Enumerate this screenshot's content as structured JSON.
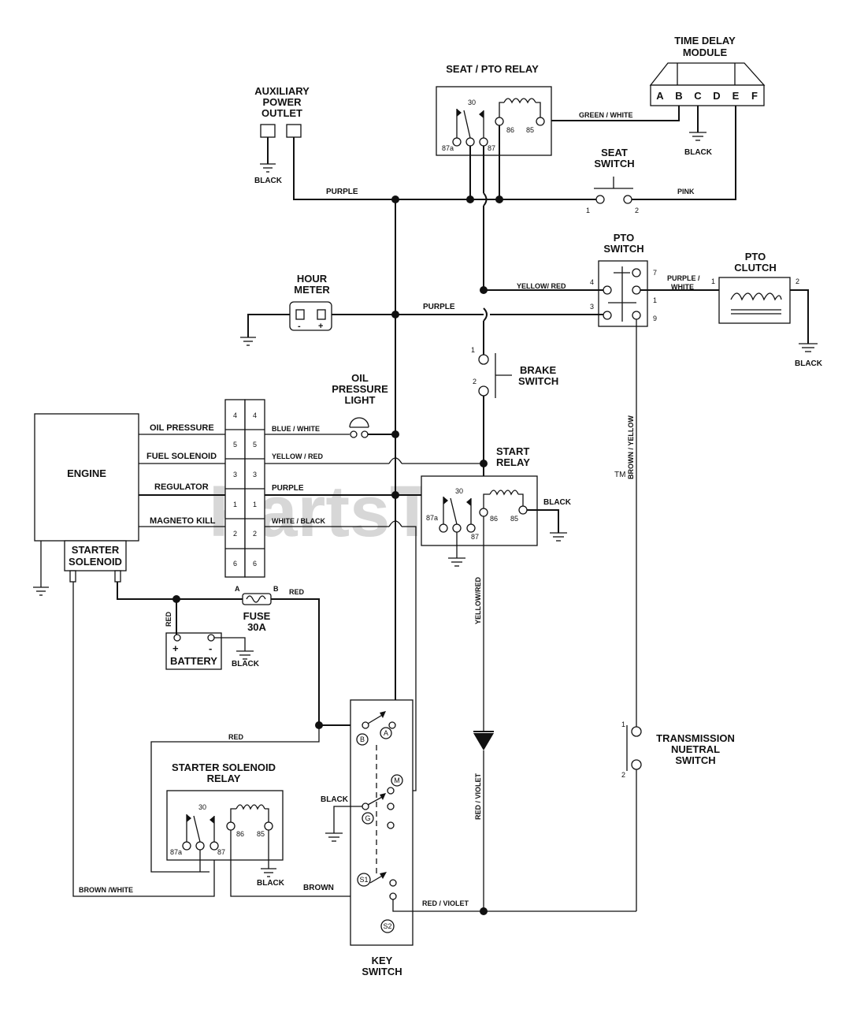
{
  "watermark": {
    "text": "PartsTree",
    "tm": "TM"
  },
  "components": {
    "time_delay_module": {
      "title1": "TIME DELAY",
      "title2": "MODULE",
      "pins": [
        "A",
        "B",
        "C",
        "D",
        "E",
        "F"
      ]
    },
    "seat_pto_relay": {
      "title": "SEAT / PTO RELAY",
      "p30": "30",
      "p87a": "87a",
      "p87": "87",
      "p86": "86",
      "p85": "85"
    },
    "aux_outlet": {
      "line1": "AUXILIARY",
      "line2": "POWER",
      "line3": "OUTLET"
    },
    "seat_switch": {
      "line1": "SEAT",
      "line2": "SWITCH",
      "p1": "1",
      "p2": "2"
    },
    "pto_switch": {
      "line1": "PTO",
      "line2": "SWITCH",
      "p4": "4",
      "p3": "3",
      "p7": "7",
      "p1": "1",
      "p9": "9"
    },
    "pto_clutch": {
      "line1": "PTO",
      "line2": "CLUTCH",
      "p1": "1",
      "p2": "2"
    },
    "hour_meter": {
      "line1": "HOUR",
      "line2": "METER",
      "minus": "-",
      "plus": "+"
    },
    "brake_switch": {
      "line1": "BRAKE",
      "line2": "SWITCH",
      "p1": "1",
      "p2": "2"
    },
    "oil_light": {
      "line1": "OIL",
      "line2": "PRESSURE",
      "line3": "LIGHT"
    },
    "engine": {
      "title": "ENGINE",
      "oil_pressure": "OIL PRESSURE",
      "fuel_solenoid": "FUEL SOLENOID",
      "regulator": "REGULATOR",
      "magneto_kill": "MAGNETO KILL"
    },
    "connector_pins": [
      "4",
      "5",
      "3",
      "1",
      "2",
      "6"
    ],
    "starter_solenoid": {
      "line1": "STARTER",
      "line2": "SOLENOID"
    },
    "start_relay": {
      "line1": "START",
      "line2": "RELAY",
      "p30": "30",
      "p87a": "87a",
      "p87": "87",
      "p86": "86",
      "p85": "85"
    },
    "fuse": {
      "line1": "FUSE",
      "line2": "30A",
      "a": "A",
      "b": "B"
    },
    "battery": {
      "title": "BATTERY",
      "plus": "+",
      "minus": "-"
    },
    "ss_relay": {
      "line1": "STARTER SOLENOID",
      "line2": "RELAY",
      "p30": "30",
      "p87a": "87a",
      "p87": "87",
      "p86": "86",
      "p85": "85"
    },
    "key_switch": {
      "line1": "KEY",
      "line2": "SWITCH",
      "B": "B",
      "A": "A",
      "M": "M",
      "G": "G",
      "S1": "S1",
      "S2": "S2"
    },
    "trans_switch": {
      "line1": "TRANSMISSION",
      "line2": "NUETRAL",
      "line3": "SWITCH",
      "p1": "1",
      "p2": "2"
    }
  },
  "wires": {
    "green_white": "GREEN / WHITE",
    "black": "BLACK",
    "purple": "PURPLE",
    "pink": "PINK",
    "yellow_red": "YELLOW/ RED",
    "purple_white_1": "PURPLE /",
    "purple_white_2": "WHITE",
    "blue_white": "BLUE / WHITE",
    "yellow_red_2": "YELLOW / RED",
    "white_black": "WHITE / BLACK",
    "brown_yellow": "BROWN / YELLOW",
    "yellow_red_v": "YELLOW/RED",
    "red": "RED",
    "red_violet_v": "RED / VIOLET",
    "red_violet": "RED / VIOLET",
    "brown": "BROWN",
    "brown_white": "BROWN /WHITE"
  }
}
